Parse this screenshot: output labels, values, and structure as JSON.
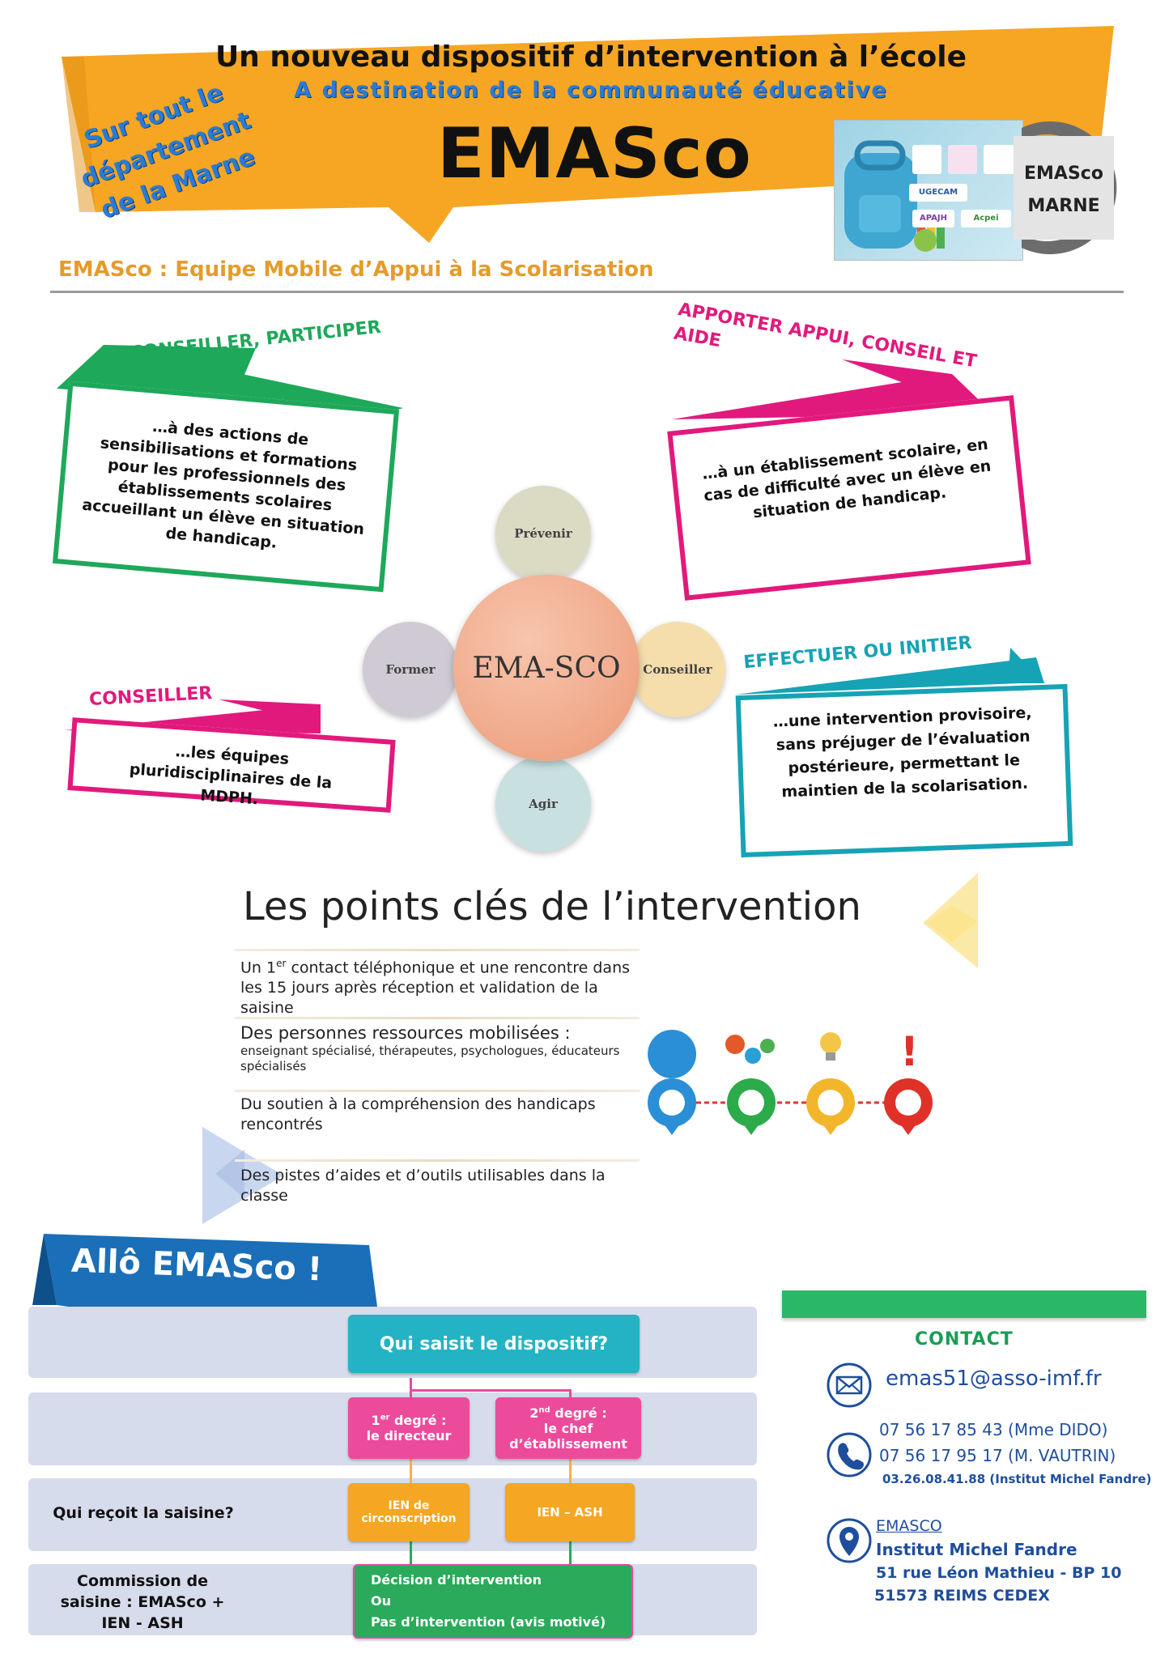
{
  "header": {
    "title": "Un nouveau dispositif d’intervention à l’école",
    "subtitle": "A destination de la communauté éducative",
    "brand": "EMASco",
    "side_tag_lines": [
      "Sur tout le",
      "département",
      "de la Marne"
    ],
    "acronym": "EMASco : Equipe Mobile d’Appui à la Scolarisation",
    "circle_logo_lines": [
      "EMASco",
      "MARNE"
    ],
    "partner_logos": [
      "UGECAM",
      "APAJH",
      "Acpei"
    ]
  },
  "missions": [
    {
      "title": "CONSEILLER, PARTICIPER",
      "text": "…à des actions de sensibilisations et formations pour les professionnels des établissements scolaires accueillant un élève en situation de handicap.",
      "color": "#1ea85a"
    },
    {
      "title": "APPORTER APPUI, CONSEIL ET AIDE",
      "text": "…à un établissement scolaire, en cas de difficulté avec un élève en situation de handicap.",
      "color": "#e2197c"
    },
    {
      "title": "CONSEILLER",
      "text": "…les équipes pluridisciplinaires de la MDPH.",
      "color": "#e2197c"
    },
    {
      "title": "EFFECTUER OU INITIER",
      "text": "…une intervention provisoire, sans préjuger de l’évaluation postérieure, permettant le maintien de la scolarisation.",
      "color": "#16a3b5"
    }
  ],
  "diagram": {
    "center": "EMA-SCO",
    "prevenir": "Prévenir",
    "former": "Former",
    "conseiller": "Conseiller",
    "agir": "Agir"
  },
  "key_points": {
    "title": "Les points clés de l’intervention",
    "item1_a": "Un 1",
    "item1_sup": "er",
    "item1_b": " contact téléphonique et une rencontre dans les 15 jours après réception et validation de la saisine",
    "item2": "Des personnes ressources mobilisées :",
    "item2_detail": "enseignant spécialisé, thérapeutes, psychologues, éducateurs spécialisés",
    "item3": "Du soutien à la compréhension des handicaps rencontrés",
    "item4": "Des pistes d’aides et d’outils utilisables dans la classe"
  },
  "process": {
    "banner": "Allô EMASco !",
    "question": "Qui saisit le dispositif?",
    "deg1_a": "1",
    "deg1_sup": "er",
    "deg1_b": " degré :",
    "deg1_c": "le directeur",
    "deg2_a": "2",
    "deg2_sup": "nd",
    "deg2_b": " degré :",
    "deg2_c": "le chef d’établissement",
    "receives_label": "Qui reçoit la saisine?",
    "ien_circ": "IEN de circonscription",
    "ien_ash": "IEN – ASH",
    "commission_label": "Commission de saisine : EMASco + IEN - ASH",
    "decision_1": "Décision d’intervention",
    "decision_2": "Ou",
    "decision_3": "Pas d’intervention (avis motivé)"
  },
  "contact": {
    "title": "CONTACT",
    "email": "emas51@asso-imf.fr",
    "phone1": "07 56 17 85 43 (Mme DIDO)",
    "phone2": "07 56 17 95 17 (M. VAUTRIN)",
    "phone3": "03.26.08.41.88 (Institut Michel Fandre)",
    "addr1": "EMASCO",
    "addr2": "Institut Michel Fandre",
    "addr3": "51 rue Léon Mathieu - BP 10",
    "addr4": "51573 REIMS CEDEX"
  }
}
